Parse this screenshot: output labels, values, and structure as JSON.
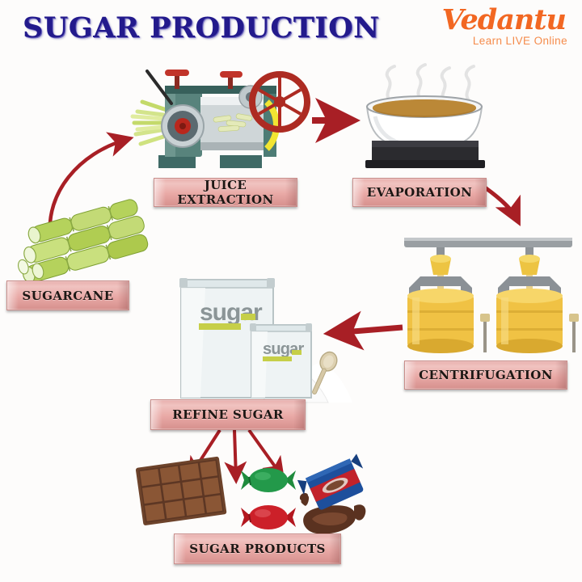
{
  "page": {
    "title": "SUGAR PRODUCTION",
    "background_color": "#fdfcfa",
    "title_color": "#231a8c"
  },
  "logo": {
    "brand": "Vedantu",
    "tagline": "Learn LIVE Online",
    "color": "#f26722"
  },
  "flow": {
    "steps": [
      {
        "id": "sugarcane",
        "label": "SUGARCANE",
        "icon": "sugarcane-bundle-icon"
      },
      {
        "id": "juice-extraction",
        "label": "JUICE EXTRACTION",
        "icon": "cane-crusher-machine-icon"
      },
      {
        "id": "evaporation",
        "label": "EVAPORATION",
        "icon": "boiling-pan-icon"
      },
      {
        "id": "centrifugation",
        "label": "CENTRIFUGATION",
        "icon": "centrifuge-drums-icon"
      },
      {
        "id": "refine-sugar",
        "label": "REFINE SUGAR",
        "icon": "sugar-bags-icon"
      },
      {
        "id": "sugar-products",
        "label": "SUGAR PRODUCTS",
        "icon": "candy-chocolate-icon"
      }
    ],
    "arrow_color": "#a81f25",
    "connections": [
      {
        "from": "sugarcane",
        "to": "juice-extraction",
        "style": "curved"
      },
      {
        "from": "juice-extraction",
        "to": "evaporation",
        "style": "straight"
      },
      {
        "from": "evaporation",
        "to": "centrifugation",
        "style": "curved"
      },
      {
        "from": "centrifugation",
        "to": "refine-sugar",
        "style": "straight"
      },
      {
        "from": "refine-sugar",
        "to": "sugar-products",
        "style": "fan-three"
      }
    ]
  },
  "artwork": {
    "sugar_bag_text": "sugar",
    "colors": {
      "plate": "#e9a9a6",
      "cane_green": "#a8cf4e",
      "machine_teal": "#4b7a74",
      "flywheel_red": "#b02a22",
      "juice_brown": "#b5802f",
      "centrifuge_gold": "#f0c244",
      "chocolate_brown": "#7b4a30",
      "candy_green": "#1e8a3c",
      "candy_red": "#cc2029"
    }
  }
}
